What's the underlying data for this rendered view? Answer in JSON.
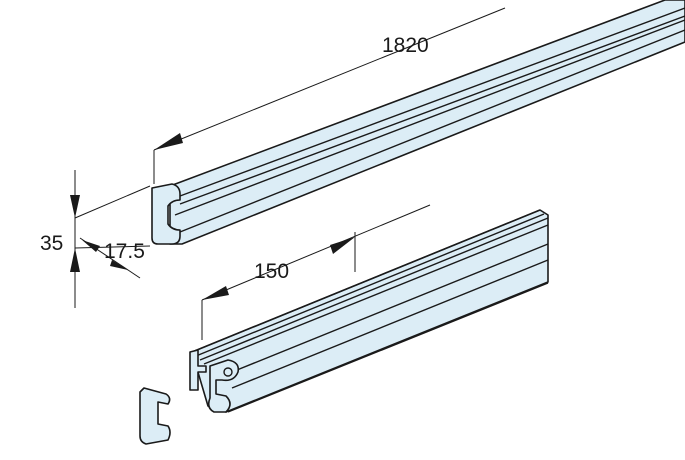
{
  "dimensions": {
    "length_long": "1820",
    "height": "35",
    "width": "17.5",
    "length_short": "150"
  },
  "colors": {
    "profile_fill": "#dcedf6",
    "line": "#1a1a1a"
  }
}
